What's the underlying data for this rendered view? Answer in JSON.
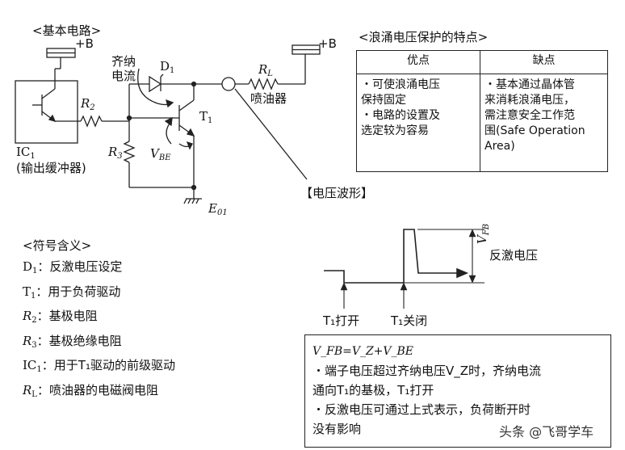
{
  "circuit": {
    "heading": "<基本电路>",
    "plus_b_left": "+B",
    "plus_b_right": "+B",
    "zener_label_line1": "齐纳",
    "zener_label_line2": "电流",
    "d1": "D",
    "d1_sub": "1",
    "rl": "R",
    "rl_sub": "L",
    "injector": "喷油器",
    "r2": "R",
    "r2_sub": "2",
    "t1": "T",
    "t1_sub": "1",
    "r3": "R",
    "r3_sub": "3",
    "vbe": "V",
    "vbe_sub": "BE",
    "ic1": "IC",
    "ic1_sub": "1",
    "ic1_desc": "(输出缓冲器)",
    "e01": "E",
    "e01_sub": "01",
    "waveform_tag": "【电压波形】"
  },
  "features": {
    "heading": "<浪涌电压保护的特点>",
    "col_pros": "优点",
    "col_cons": "缺点",
    "pros": [
      "・可使浪涌电压",
      "保持固定",
      "・电路的设置及",
      "选定较为容易"
    ],
    "cons": [
      "・基本通过晶体管",
      "来消耗浪涌电压，",
      "需注意安全工作范",
      "围(Safe Operation",
      "Area)"
    ]
  },
  "symbols": {
    "heading": "<符号含义>",
    "items": [
      {
        "sym": "D",
        "sub": "1",
        "desc": "：反激电压设定"
      },
      {
        "sym": "T",
        "sub": "1",
        "desc": "：用于负荷驱动"
      },
      {
        "sym": "R",
        "sub": "2",
        "desc": "：基极电阻"
      },
      {
        "sym": "R",
        "sub": "3",
        "desc": "：基极绝缘电阻"
      },
      {
        "sym": "IC",
        "sub": "1",
        "desc": "：用于T₁驱动的前级驱动"
      },
      {
        "sym": "R",
        "sub": "L",
        "desc": "：喷油器的电磁阀电阻"
      }
    ]
  },
  "waveform": {
    "vfb": "V",
    "vfb_sub": "FB",
    "flyback_label": "反激电压",
    "t1_on": "T₁打开",
    "t1_off": "T₁关闭"
  },
  "note": {
    "formula": "V_FB=V_Z+V_BE",
    "lines": [
      "・端子电压超过齐纳电压V_Z时，齐纳电流",
      "通向T₁的基极，T₁打开",
      "・反激电压可通过上式表示，负荷断开时",
      "没有影响"
    ]
  },
  "watermark": "头条 @飞哥学车"
}
